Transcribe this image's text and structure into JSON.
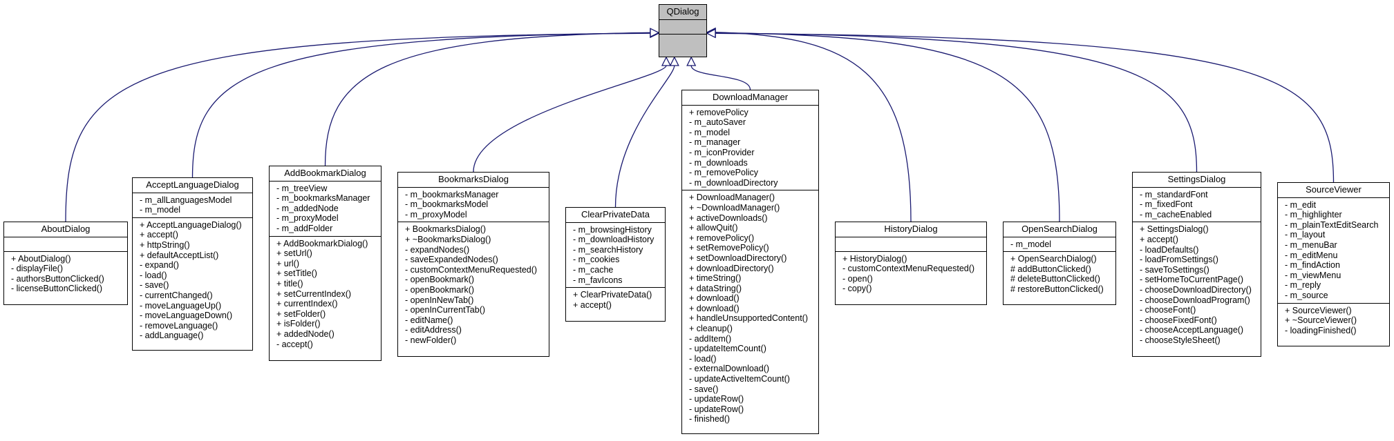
{
  "base": {
    "name": "QDialog",
    "attributes": [],
    "methods": []
  },
  "classes": [
    {
      "id": "AboutDialog",
      "name": "AboutDialog",
      "attributes": [],
      "methods": [
        "+ AboutDialog()",
        "- displayFile()",
        "- authorsButtonClicked()",
        "- licenseButtonClicked()"
      ]
    },
    {
      "id": "AcceptLanguageDialog",
      "name": "AcceptLanguageDialog",
      "attributes": [
        "- m_allLanguagesModel",
        "- m_model"
      ],
      "methods": [
        "+ AcceptLanguageDialog()",
        "+ accept()",
        "+ httpString()",
        "+ defaultAcceptList()",
        "- expand()",
        "- load()",
        "- save()",
        "- currentChanged()",
        "- moveLanguageUp()",
        "- moveLanguageDown()",
        "- removeLanguage()",
        "- addLanguage()"
      ]
    },
    {
      "id": "AddBookmarkDialog",
      "name": "AddBookmarkDialog",
      "attributes": [
        "- m_treeView",
        "- m_bookmarksManager",
        "- m_addedNode",
        "- m_proxyModel",
        "- m_addFolder"
      ],
      "methods": [
        "+ AddBookmarkDialog()",
        "+ setUrl()",
        "+ url()",
        "+ setTitle()",
        "+ title()",
        "+ setCurrentIndex()",
        "+ currentIndex()",
        "+ setFolder()",
        "+ isFolder()",
        "+ addedNode()",
        "- accept()"
      ]
    },
    {
      "id": "BookmarksDialog",
      "name": "BookmarksDialog",
      "attributes": [
        "- m_bookmarksManager",
        "- m_bookmarksModel",
        "- m_proxyModel"
      ],
      "methods": [
        "+ BookmarksDialog()",
        "+ ~BookmarksDialog()",
        "- expandNodes()",
        "- saveExpandedNodes()",
        "- customContextMenuRequested()",
        "- openBookmark()",
        "- openBookmark()",
        "- openInNewTab()",
        "- openInCurrentTab()",
        "- editName()",
        "- editAddress()",
        "- newFolder()"
      ]
    },
    {
      "id": "ClearPrivateData",
      "name": "ClearPrivateData",
      "attributes": [
        "- m_browsingHistory",
        "- m_downloadHistory",
        "- m_searchHistory",
        "- m_cookies",
        "- m_cache",
        "- m_favIcons"
      ],
      "methods": [
        "+ ClearPrivateData()",
        "+ accept()"
      ]
    },
    {
      "id": "DownloadManager",
      "name": "DownloadManager",
      "attributes": [
        "+ removePolicy",
        "- m_autoSaver",
        "- m_model",
        "- m_manager",
        "- m_iconProvider",
        "- m_downloads",
        "- m_removePolicy",
        "- m_downloadDirectory"
      ],
      "methods": [
        "+ DownloadManager()",
        "+ ~DownloadManager()",
        "+ activeDownloads()",
        "+ allowQuit()",
        "+ removePolicy()",
        "+ setRemovePolicy()",
        "+ setDownloadDirectory()",
        "+ downloadDirectory()",
        "+ timeString()",
        "+ dataString()",
        "+ download()",
        "+ download()",
        "+ handleUnsupportedContent()",
        "+ cleanup()",
        "- addItem()",
        "- updateItemCount()",
        "- load()",
        "- externalDownload()",
        "- updateActiveItemCount()",
        "- save()",
        "- updateRow()",
        "- updateRow()",
        "- finished()"
      ]
    },
    {
      "id": "HistoryDialog",
      "name": "HistoryDialog",
      "attributes": [],
      "methods": [
        "+ HistoryDialog()",
        "- customContextMenuRequested()",
        "- open()",
        "- copy()"
      ]
    },
    {
      "id": "OpenSearchDialog",
      "name": "OpenSearchDialog",
      "attributes": [
        "- m_model"
      ],
      "methods": [
        "+ OpenSearchDialog()",
        "# addButtonClicked()",
        "# deleteButtonClicked()",
        "# restoreButtonClicked()"
      ]
    },
    {
      "id": "SettingsDialog",
      "name": "SettingsDialog",
      "attributes": [
        "- m_standardFont",
        "- m_fixedFont",
        "- m_cacheEnabled"
      ],
      "methods": [
        "+ SettingsDialog()",
        "+ accept()",
        "- loadDefaults()",
        "- loadFromSettings()",
        "- saveToSettings()",
        "- setHomeToCurrentPage()",
        "- chooseDownloadDirectory()",
        "- chooseDownloadProgram()",
        "- chooseFont()",
        "- chooseFixedFont()",
        "- chooseAcceptLanguage()",
        "- chooseStyleSheet()"
      ]
    },
    {
      "id": "SourceViewer",
      "name": "SourceViewer",
      "attributes": [
        "- m_edit",
        "- m_highlighter",
        "- m_plainTextEditSearch",
        "- m_layout",
        "- m_menuBar",
        "- m_editMenu",
        "- m_findAction",
        "- m_viewMenu",
        "- m_reply",
        "- m_source"
      ],
      "methods": [
        "+ SourceViewer()",
        "+ ~SourceViewer()",
        "- loadingFinished()"
      ]
    }
  ],
  "colors": {
    "edge": "#191970",
    "base_fill": "#bfbfbf",
    "class_fill": "#ffffff",
    "border": "#000000"
  }
}
